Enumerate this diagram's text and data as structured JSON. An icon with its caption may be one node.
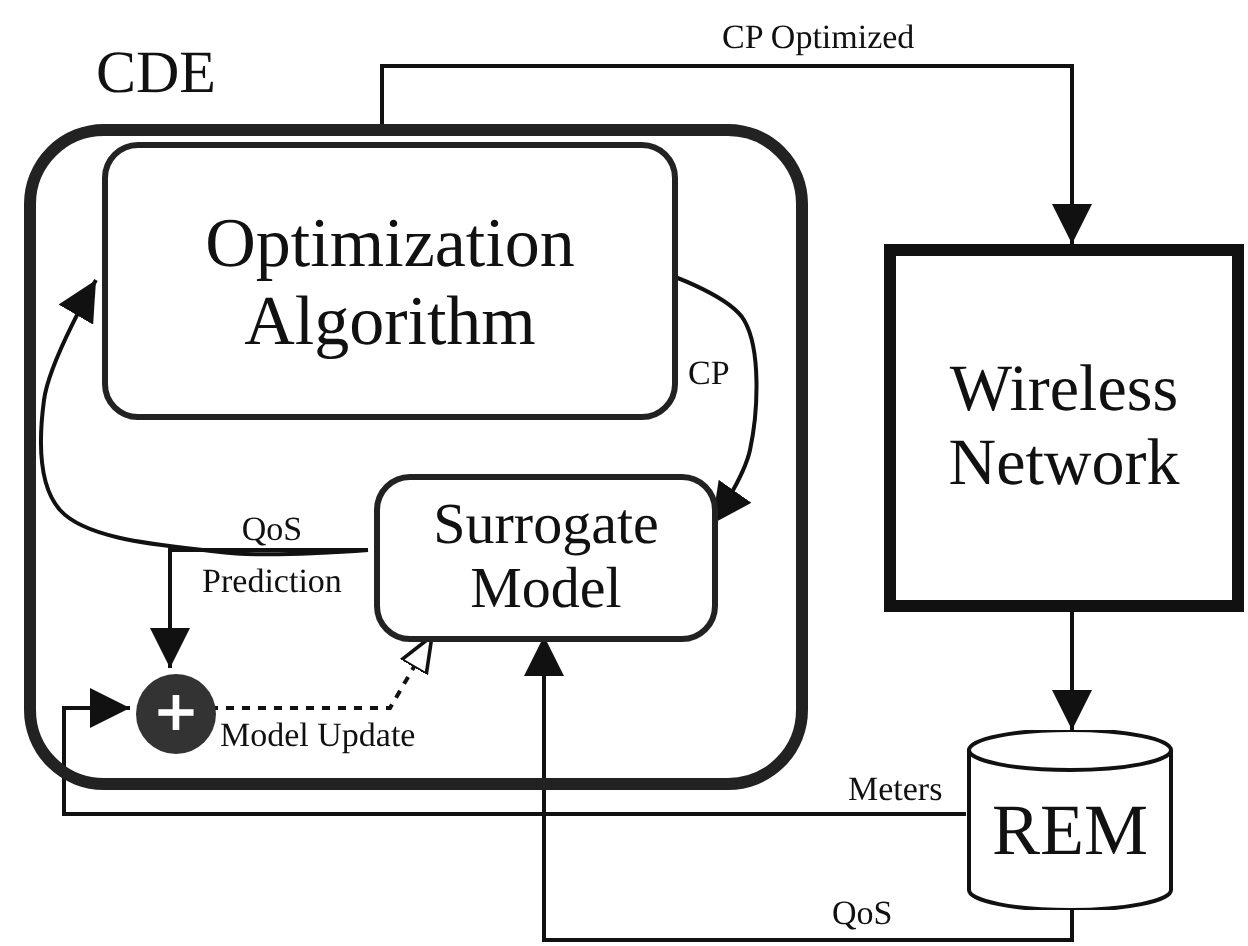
{
  "diagram": {
    "nodes": [
      {
        "text": [
          "CDE"
        ]
      },
      {
        "text": [
          "Optimization Algorithm"
        ],
        "in": 0
      },
      {
        "text": [
          "Surrogate Model"
        ],
        "in": 0
      },
      {
        "text": [
          "+"
        ],
        "in": 0
      },
      {
        "text": [
          "Wireless Network"
        ]
      },
      {
        "text": [
          "REM"
        ]
      }
    ],
    "edges": [
      {
        "from": 1,
        "to": 4,
        "arrow": "to",
        "label": "CP Optimized"
      },
      {
        "from": 1,
        "to": 2,
        "arrow": "to",
        "label": "CP"
      },
      {
        "from": 2,
        "to": 1,
        "arrow": "to"
      },
      {
        "from": 2,
        "to": 3,
        "arrow": "to",
        "label": "QoS Prediction"
      },
      {
        "from": 5,
        "to": 3,
        "arrow": "to",
        "label": "Meters"
      },
      {
        "from": 5,
        "to": 2,
        "arrow": "to",
        "label": "QoS"
      },
      {
        "from": 3,
        "to": 2,
        "arrow": "to",
        "label": "Model Update",
        "style": "dashed"
      },
      {
        "from": 4,
        "to": 5,
        "arrow": "to"
      }
    ]
  }
}
